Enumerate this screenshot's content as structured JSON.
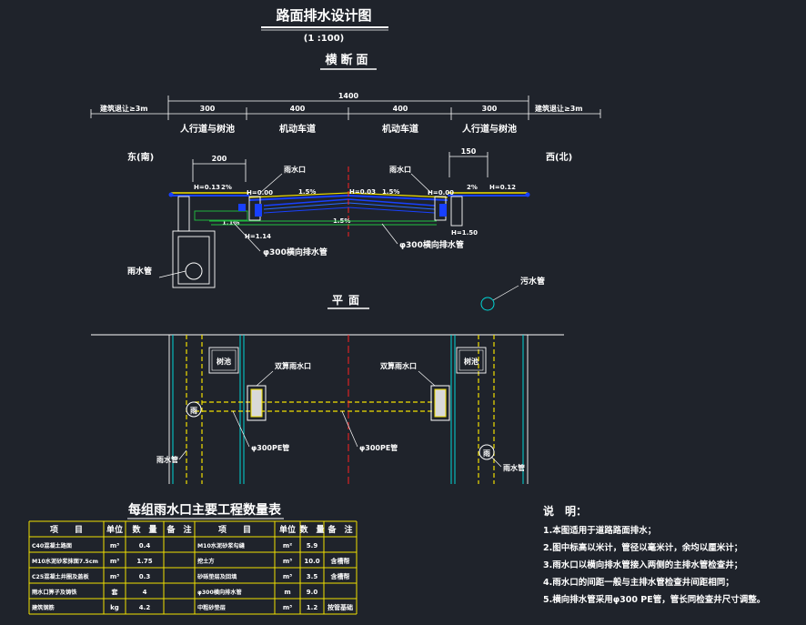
{
  "drawing": {
    "title": "路面排水设计图",
    "scale": "(1 :100)",
    "cross_section_heading": "横断面",
    "plan_heading": "平面",
    "colors": {
      "background": "#1f232b",
      "line": "#ffffff",
      "yellow": "#f2e000",
      "cyan": "#00d7d7",
      "red": "#ff2222",
      "blue": "#1840ff",
      "green": "#20c040"
    }
  },
  "cross_section": {
    "total_width": "1400",
    "segment_widths": [
      "300",
      "400",
      "400",
      "300"
    ],
    "segment_names": [
      "人行道与树池",
      "机动车道",
      "机动车道",
      "人行道与树池"
    ],
    "left_setback": "建筑退让≥3m",
    "right_setback": "建筑退让≥3m",
    "left_side": "东(南)",
    "right_side": "西(北)",
    "left_inlet_width": "200",
    "right_inlet_width": "150",
    "inlet_label_left": "雨水口",
    "inlet_label_right": "雨水口",
    "elevations": {
      "left_top": "H=0.13",
      "left_slope": "2%",
      "left_curb": "H=0.00",
      "left_crossfall": "1.5%",
      "crown": "H=0.03",
      "right_crossfall": "1.5%",
      "right_curb": "H=0.00",
      "right_slope": "2%",
      "right_top": "H=0.12",
      "left_low": "1.1%",
      "left_pipe_bottom": "H=1.14",
      "pipe_grade": "1.5%",
      "right_pipe_bottom": "H=1.50"
    },
    "pipe_label_left": "φ300横向排水管",
    "pipe_label_right": "φ300横向排水管",
    "rain_pipe_label": "雨水管"
  },
  "plan": {
    "tree_pool_left": "树池",
    "tree_pool_right": "树池",
    "double_inlet_left": "双算雨水口",
    "double_inlet_right": "双算雨水口",
    "manhole_mark": "雨",
    "pipe_label_left": "φ300PE管",
    "pipe_label_right": "φ300PE管",
    "rain_pipe_left": "雨水管",
    "rain_pipe_right": "雨水管",
    "rain_pipe_outside": "污水管"
  },
  "quantity_table": {
    "title": "每组雨水口主要工程数量表",
    "headers": [
      "项　　目",
      "单位",
      "数　量",
      "备　注",
      "项　　目",
      "单位",
      "数　量",
      "备　注"
    ],
    "rows": [
      [
        "C40混凝土路面",
        "m³",
        "0.4",
        "",
        "M10水泥砂浆勾缝",
        "m²",
        "5.9",
        ""
      ],
      [
        "M10水泥砂浆抹面7.5cm",
        "m³",
        "1.75",
        "",
        "挖土方",
        "m³",
        "10.0",
        "含槽帮"
      ],
      [
        "C25混凝土井圈及盖板",
        "m³",
        "0.3",
        "",
        "砂砾垫层及回填",
        "m³",
        "3.5",
        "含槽帮"
      ],
      [
        "雨水口箅子及铸铁",
        "套",
        "4",
        "",
        "φ300横向排水管",
        "m",
        "9.0",
        ""
      ],
      [
        "建筑钢筋",
        "kg",
        "4.2",
        "",
        "中粗砂垫层",
        "m³",
        "1.2",
        "按管基础"
      ]
    ]
  },
  "notes": {
    "heading": "说　明：",
    "items": [
      "1.本图适用于道路路面排水；",
      "2.图中标高以米计，管径以毫米计，余均以厘米计；",
      "3.雨水口以横向排水管接入两侧的主排水管检查井；",
      "4.雨水口的间距一般与主排水管检查井间距相同；",
      "5.横向排水管采用φ300 PE管，管长同检查井尺寸调整。"
    ]
  }
}
